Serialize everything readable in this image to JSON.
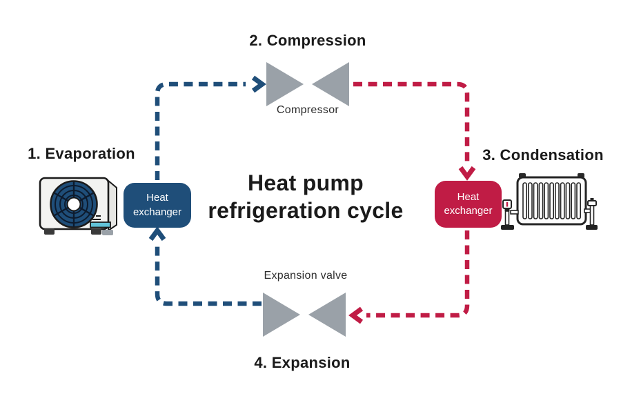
{
  "title": {
    "line1": "Heat pump",
    "line2": "refrigeration cycle"
  },
  "steps": {
    "step1": "1. Evaporation",
    "step2": "2. Compression",
    "step3": "3. Condensation",
    "step4": "4. Expansion"
  },
  "labels": {
    "compressor": "Compressor",
    "expansion_valve": "Expansion valve",
    "heat_exchanger_cold": "Heat exchanger",
    "heat_exchanger_hot": "Heat exchanger"
  },
  "icons": {
    "outdoor_unit": "outdoor-unit-icon",
    "radiator": "radiator-icon",
    "compressor_symbol": "compressor-symbol-icon",
    "expansion_valve_symbol": "expansion-valve-symbol-icon"
  },
  "colors": {
    "cold_line": "#1f4e79",
    "hot_line": "#c01c45",
    "component_gray": "#9aa1a8",
    "heading_text": "#1a1a1a",
    "background": "#ffffff"
  }
}
